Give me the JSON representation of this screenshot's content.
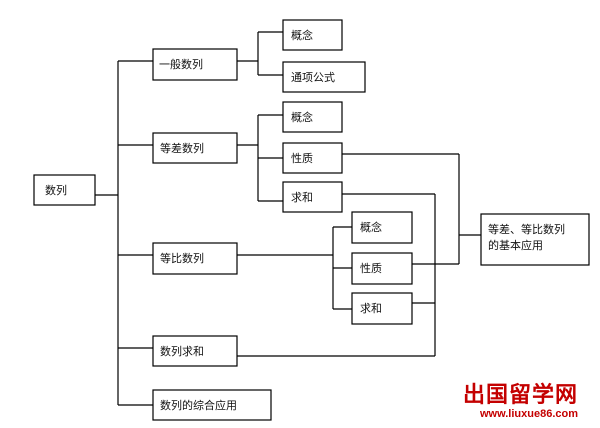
{
  "nodes": {
    "root": "数列",
    "general_sequence": "一般数列",
    "general_concept": "概念",
    "general_formula": "通项公式",
    "arithmetic_sequence": "等差数列",
    "arithmetic_concept": "概念",
    "arithmetic_property": "性质",
    "arithmetic_sum": "求和",
    "geometric_sequence": "等比数列",
    "geometric_concept": "概念",
    "geometric_property": "性质",
    "geometric_sum": "求和",
    "sequence_summation": "数列求和",
    "sequence_application": "数列的综合应用",
    "basic_application_line1": "等差、等比数列",
    "basic_application_line2": "的基本应用"
  },
  "watermark": {
    "title": "出国留学网",
    "url": "www.liuxue86.com"
  }
}
